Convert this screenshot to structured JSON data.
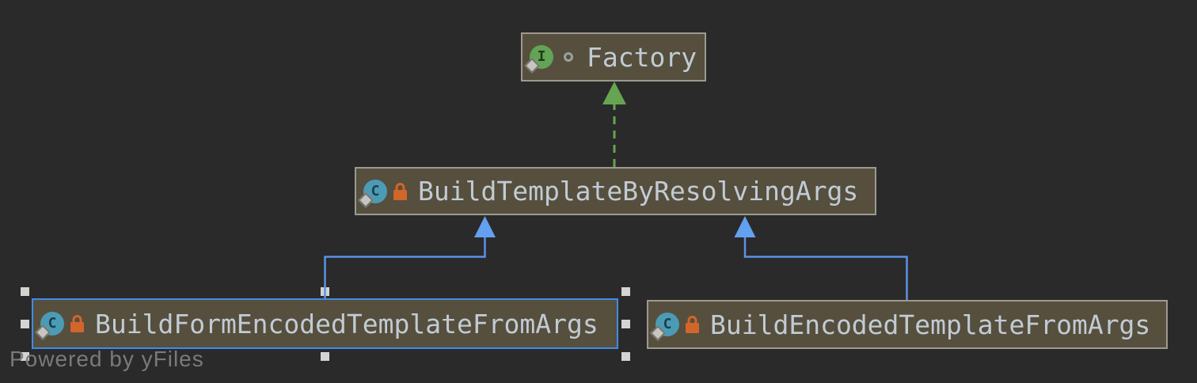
{
  "diagram": {
    "tool_watermark": "Powered by yFiles",
    "icons": {
      "class_letter": "C",
      "interface_letter": "I"
    },
    "nodes": {
      "factory": {
        "label": "Factory",
        "stereotype": "interface"
      },
      "build_template": {
        "label": "BuildTemplateByResolvingArgs",
        "stereotype": "class",
        "locked": true
      },
      "build_form_encoded": {
        "label": "BuildFormEncodedTemplateFromArgs",
        "stereotype": "class",
        "locked": true,
        "selected": true
      },
      "build_encoded": {
        "label": "BuildEncodedTemplateFromArgs",
        "stereotype": "class",
        "locked": true
      }
    },
    "edges": [
      {
        "from": "BuildTemplateByResolvingArgs",
        "to": "Factory",
        "type": "realization",
        "style": "dashed",
        "color": "#66a452"
      },
      {
        "from": "BuildFormEncodedTemplateFromArgs",
        "to": "BuildTemplateByResolvingArgs",
        "type": "inheritance",
        "style": "solid",
        "color": "#5b91e6"
      },
      {
        "from": "BuildEncodedTemplateFromArgs",
        "to": "BuildTemplateByResolvingArgs",
        "type": "inheritance",
        "style": "solid",
        "color": "#5b91e6"
      }
    ],
    "colors": {
      "canvas_bg": "#2a2a2a",
      "node_bg": "#564f3d",
      "node_border": "#9c9a90",
      "node_text": "#c1cbd5",
      "selection_blue": "#3f8ce8",
      "handle_gray": "#d4d4d2",
      "edge_blue": "#5b91e6",
      "edge_green": "#66a452",
      "lock_orange": "#d2652a",
      "class_icon_teal": "#4b9bb5",
      "interface_icon_green": "#62a356",
      "watermark_gray": "#7a7a7a"
    }
  }
}
